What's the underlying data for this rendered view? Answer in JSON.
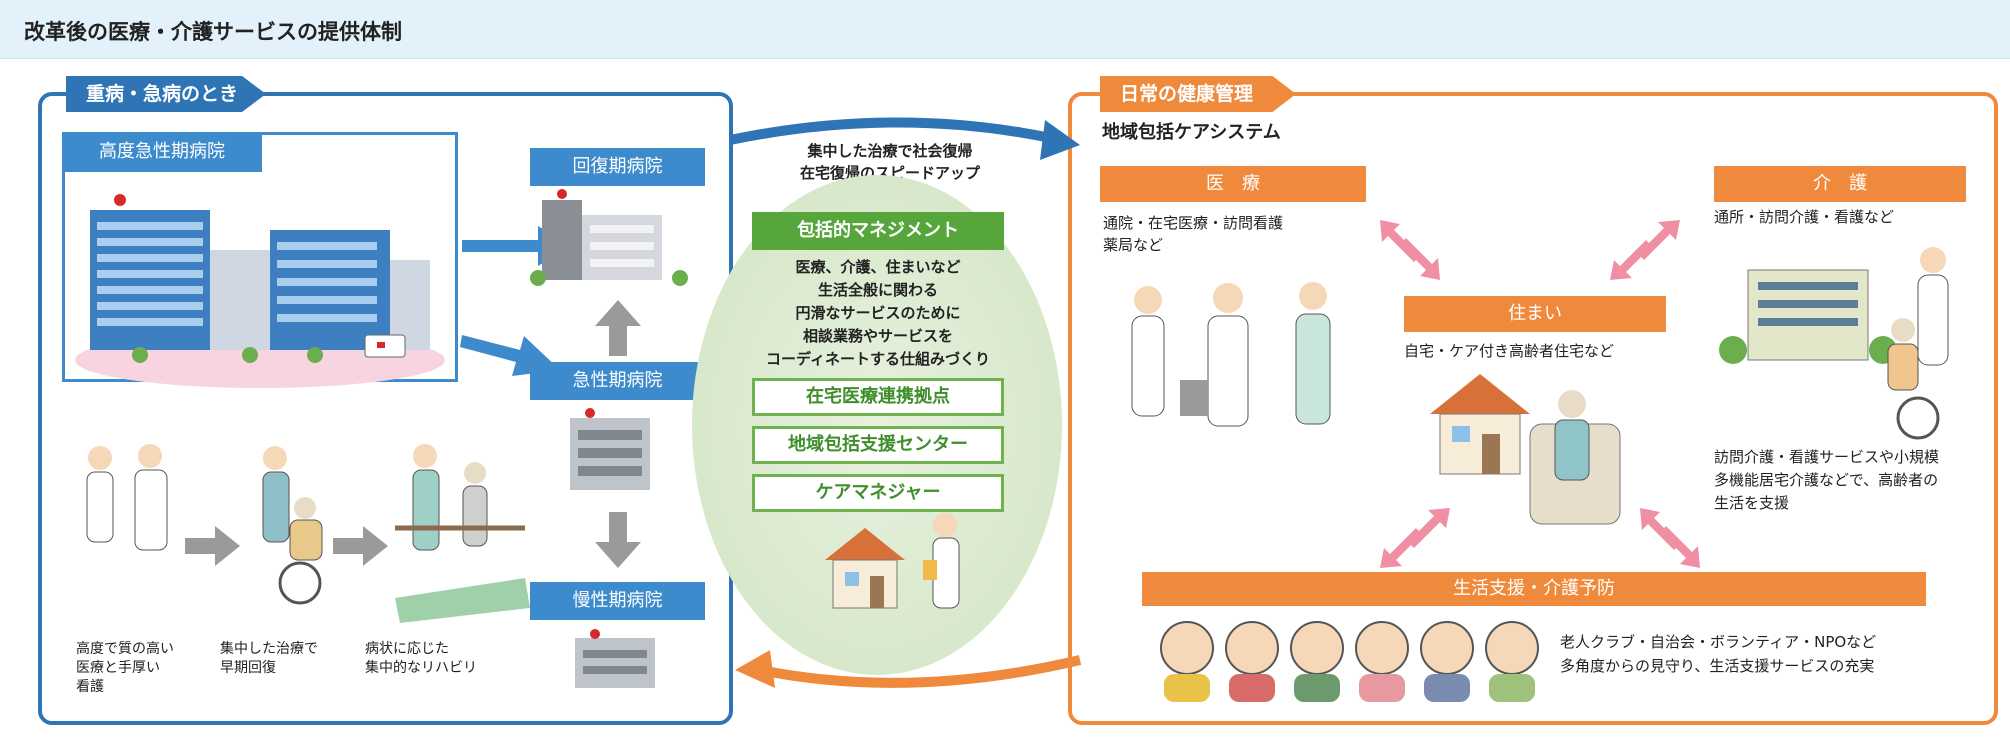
{
  "header": {
    "title": "改革後の医療・介護サービスの提供体制"
  },
  "left": {
    "tab": "重病・急病のとき",
    "acute_box_label": "高度急性期病院",
    "recovery_label": "回復期病院",
    "acute_label": "急性期病院",
    "chronic_label": "慢性期病院",
    "steps": [
      "高度で質の高い\n医療と手厚い\n看護",
      "集中した治療で\n早期回復",
      "病状に応じた\n集中的なリハビリ"
    ]
  },
  "center": {
    "top_caption": "集中した治療で社会復帰\n在宅復帰のスピードアップ",
    "management_label": "包括的マネジメント",
    "management_text": "医療、介護、住まいなど\n生活全般に関わる\n円滑なサービスのために\n相談業務やサービスを\nコーディネートする仕組みづくり",
    "items": [
      "在宅医療連携拠点",
      "地域包括支援センター",
      "ケアマネジャー"
    ]
  },
  "right": {
    "tab": "日常の健康管理",
    "system_title": "地域包括ケアシステム",
    "medical_label": "医　療",
    "medical_text": "通院・在宅医療・訪問看護\n薬局など",
    "care_label": "介　護",
    "care_text": "通所・訪問介護・看護など",
    "housing_label": "住まい",
    "housing_text": "自宅・ケア付き高齢者住宅など",
    "care_desc": "訪問介護・看護サービスや小規模\n多機能居宅介護などで、高齢者の\n生活を支援",
    "support_label": "生活支援・介護予防",
    "support_text": "老人クラブ・自治会・ボランティア・NPOなど\n多角度からの見守り、生活支援サービスの充実"
  },
  "colors": {
    "blue": "#2f74b5",
    "orange": "#ef8a3c",
    "green": "#56a63c",
    "pink_arrow": "#f08fa4",
    "gray_arrow": "#9a9a9a"
  }
}
